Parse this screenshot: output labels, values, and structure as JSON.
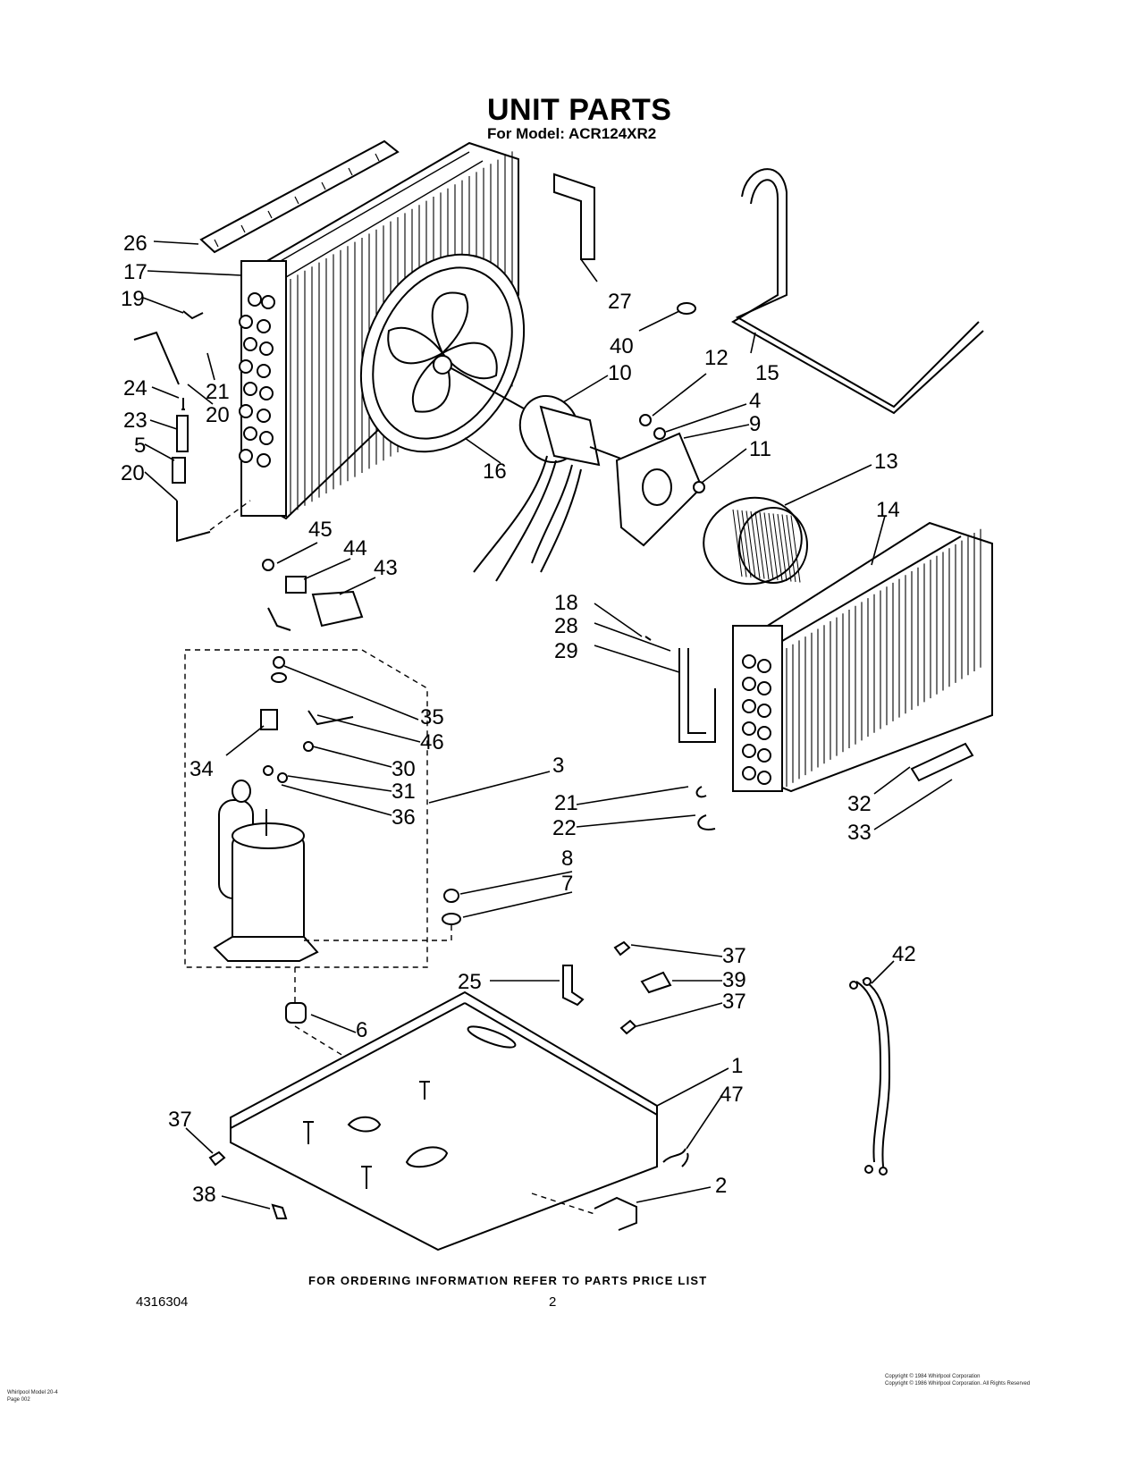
{
  "header": {
    "title": "UNIT PARTS",
    "subtitle": "For Model: ACR124XR2"
  },
  "footer": {
    "note": "FOR ORDERING INFORMATION REFER TO PARTS PRICE LIST",
    "doc_number": "4316304",
    "page_number": "2",
    "copyright_line1": "Copyright © 1984 Whirlpool Corporation",
    "copyright_line2": "Copyright © 1986 Whirlpool Corporation. All Rights Reserved",
    "small_left_line1": "Whirlpool Model 20-4",
    "small_left_line2": "Page 002"
  },
  "callouts": [
    "26",
    "17",
    "19",
    "24",
    "23",
    "5",
    "20",
    "21",
    "20",
    "16",
    "10",
    "27",
    "40",
    "12",
    "4",
    "9",
    "11",
    "15",
    "13",
    "14",
    "45",
    "44",
    "43",
    "18",
    "28",
    "29",
    "35",
    "46",
    "34",
    "30",
    "31",
    "36",
    "3",
    "21",
    "22",
    "32",
    "33",
    "8",
    "7",
    "37",
    "39",
    "25",
    "37",
    "6",
    "1",
    "47",
    "42",
    "37",
    "2",
    "38"
  ]
}
